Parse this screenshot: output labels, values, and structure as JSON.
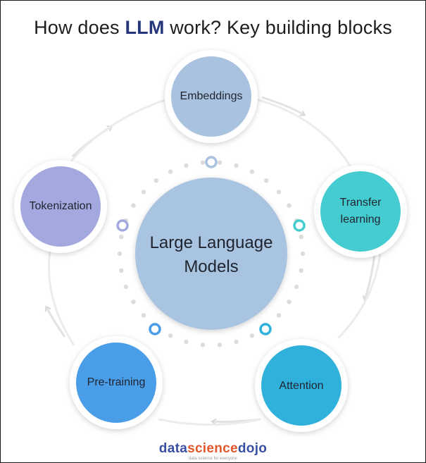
{
  "title": {
    "prefix": "How does ",
    "highlight": "LLM",
    "suffix": " work? Key building blocks"
  },
  "center": {
    "label_line1": "Large Language",
    "label_line2": "Models",
    "color": "#a9c4e0"
  },
  "nodes": [
    {
      "id": "embeddings",
      "line1": "Embeddings",
      "line2": "",
      "color": "#a8c2e0"
    },
    {
      "id": "transfer-learning",
      "line1": "Transfer",
      "line2": "learning",
      "color": "#45ccd1"
    },
    {
      "id": "attention",
      "line1": "Attention",
      "line2": "",
      "color": "#2fb1db"
    },
    {
      "id": "pre-training",
      "line1": "Pre-training",
      "line2": "",
      "color": "#4a9ee8"
    },
    {
      "id": "tokenization",
      "line1": "Tokenization",
      "line2": "",
      "color": "#a3a8de"
    }
  ],
  "logo": {
    "part1": "data",
    "part2": "science",
    "part3": "dojo",
    "tagline": "data science for everyone"
  }
}
